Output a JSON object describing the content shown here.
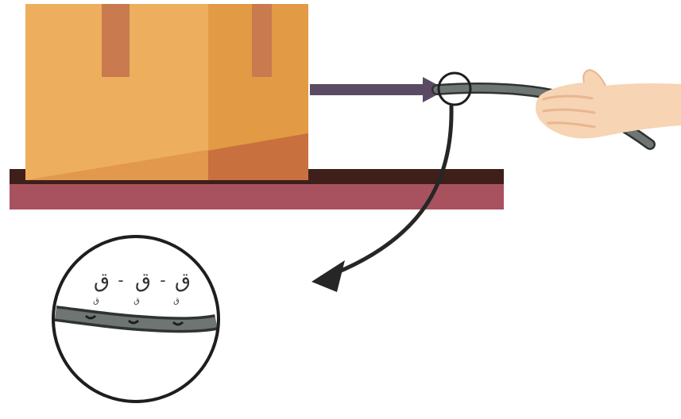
{
  "colors": {
    "box_front": "#EDAE5E",
    "box_side": "#E39A45",
    "box_shadow": "#C9703F",
    "tape": "#C97A4E",
    "table_top": "#3E1F1A",
    "table_front": "#A8525F",
    "force_arrow": "#5B4A63",
    "rope": "#6E7572",
    "rope_edge": "#2E3431",
    "hand": "#F7D4B3",
    "hand_shade": "#E8B690",
    "curve_arrow": "#262626",
    "magnifier": "#1E1E1E"
  },
  "magnifier": {
    "labels": [
      {
        "main": "ق",
        "sub": "ق"
      },
      {
        "main": "ق",
        "sub": "ق"
      },
      {
        "main": "ق",
        "sub": "ق"
      }
    ],
    "separators": [
      "-",
      "-"
    ]
  }
}
